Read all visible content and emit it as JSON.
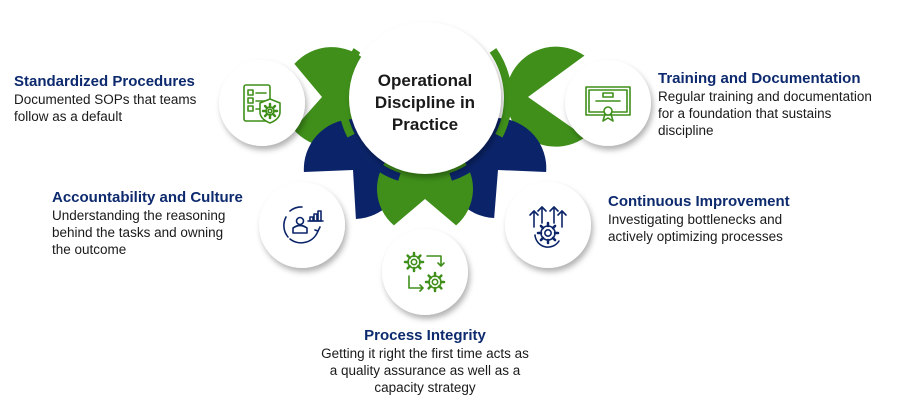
{
  "center": {
    "title": "Operational Discipline in Practice"
  },
  "colors": {
    "green": "#3f8f1a",
    "navy": "#0b2469"
  },
  "items": [
    {
      "title": "Standardized Procedures",
      "description": "Documented SOPs that teams follow as a default",
      "icon": "checklist-shield-icon",
      "color": "green"
    },
    {
      "title": "Training and Documentation",
      "description": "Regular training and documentation for a foundation that sustains discipline",
      "icon": "certificate-icon",
      "color": "green"
    },
    {
      "title": "Accountability and Culture",
      "description": "Understanding the reasoning behind the tasks and owning the outcome",
      "icon": "person-cycle-chart-icon",
      "color": "navy"
    },
    {
      "title": "Continuous Improvement",
      "description": "Investigating bottlenecks and actively optimizing processes",
      "icon": "gear-arrows-up-icon",
      "color": "navy"
    },
    {
      "title": "Process Integrity",
      "description": "Getting it right the first time acts as a quality assurance as well as a capacity strategy",
      "icon": "gears-process-icon",
      "color": "green"
    }
  ]
}
